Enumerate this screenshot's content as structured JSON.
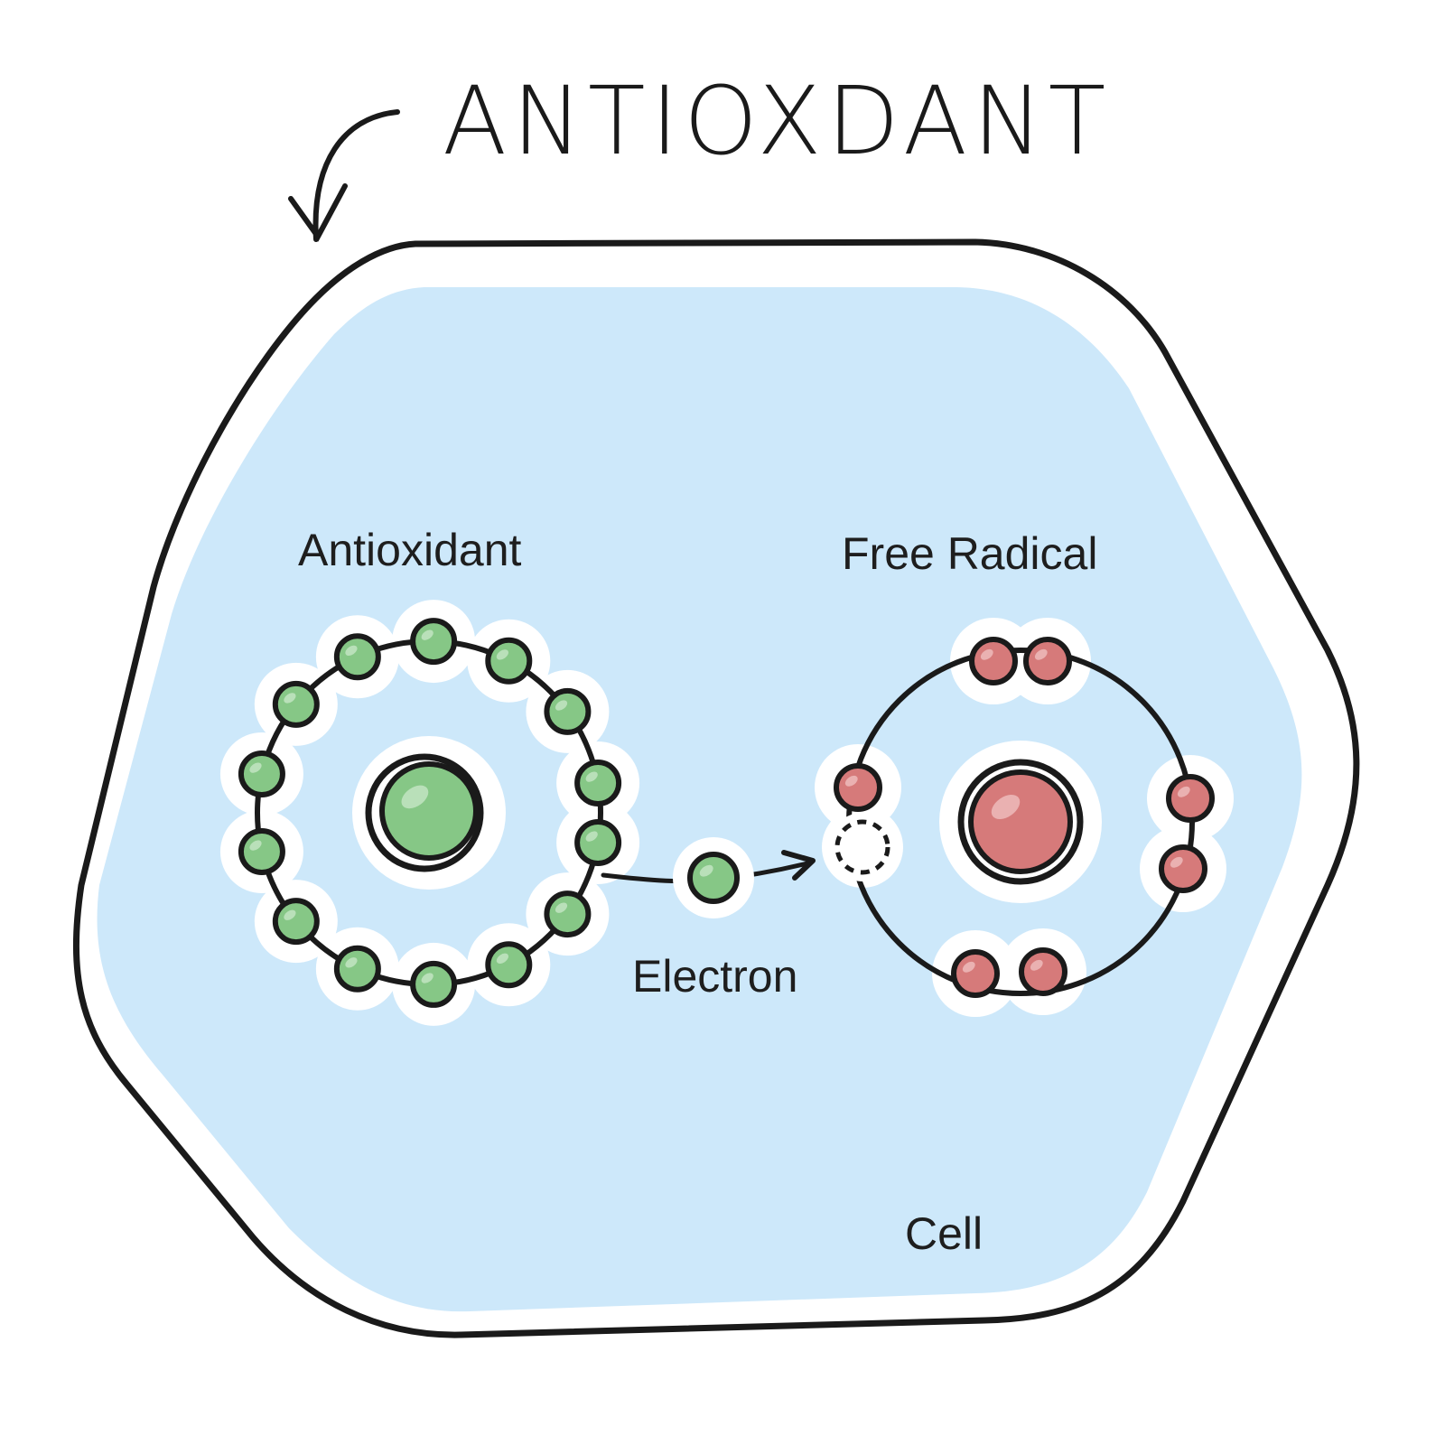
{
  "title": "ANTIOXDANT",
  "labels": {
    "antioxidant": "Antioxidant",
    "free_radical": "Free Radical",
    "electron": "Electron",
    "cell": "Cell"
  },
  "colors": {
    "cell_fill": "#cde8fa",
    "outline": "#1a1a1a",
    "antioxidant_green": "#86c786",
    "antioxidant_highlight": "#b9e0b9",
    "radical_red": "#d67a7a",
    "radical_highlight": "#eab1b1"
  },
  "antioxidant_atom": {
    "electron_count": 14
  },
  "free_radical_atom": {
    "electron_count": 7,
    "missing_electrons": 1
  },
  "transfer": {
    "from": "Antioxidant",
    "to": "Free Radical",
    "particle": "Electron"
  }
}
